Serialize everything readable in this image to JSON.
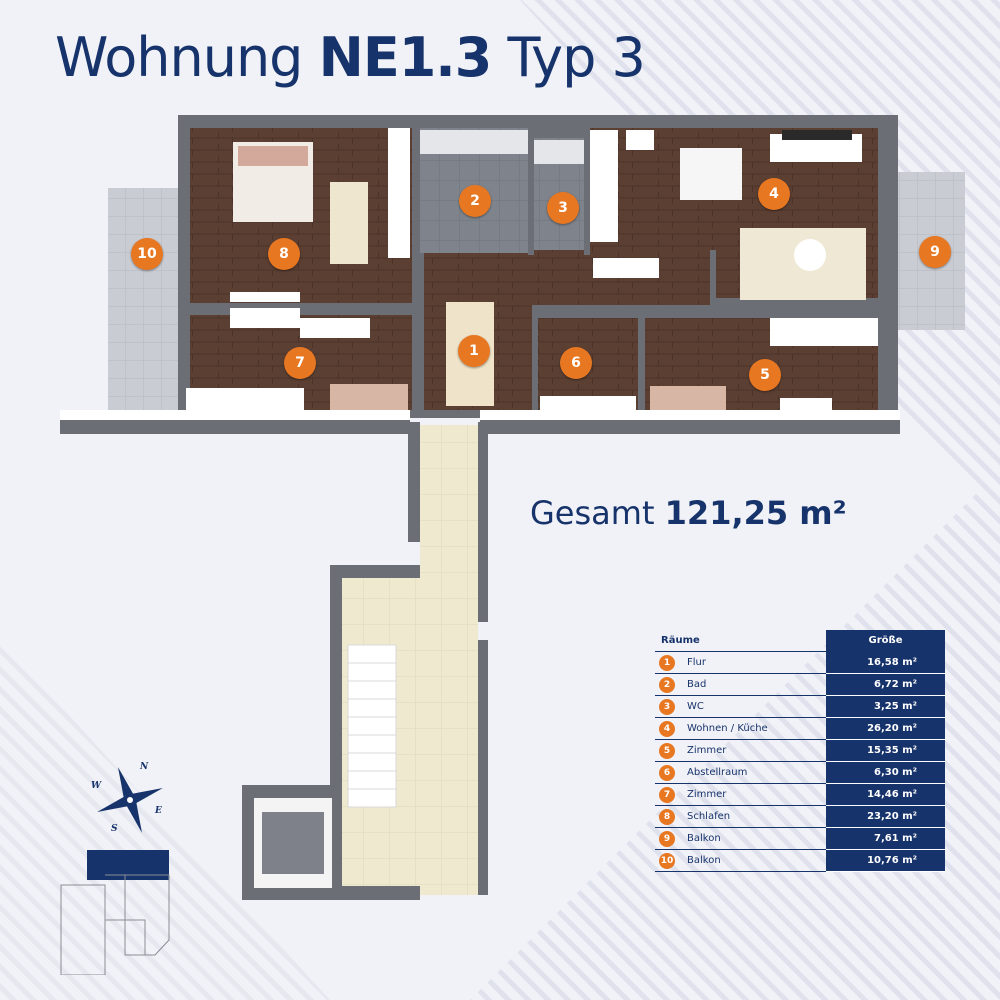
{
  "title": {
    "prefix": "Wohnung",
    "unit": "NE1.3",
    "suffix": "Typ 3"
  },
  "total": {
    "label": "Gesamt",
    "value": "121,25 m²"
  },
  "table": {
    "header_rooms": "Räume",
    "header_size": "Größe",
    "rows": [
      {
        "num": "1",
        "name": "Flur",
        "area": "16,58 m²"
      },
      {
        "num": "2",
        "name": "Bad",
        "area": "6,72 m²"
      },
      {
        "num": "3",
        "name": "WC",
        "area": "3,25 m²"
      },
      {
        "num": "4",
        "name": "Wohnen / Küche",
        "area": "26,20 m²"
      },
      {
        "num": "5",
        "name": "Zimmer",
        "area": "15,35 m²"
      },
      {
        "num": "6",
        "name": "Abstellraum",
        "area": "6,30 m²"
      },
      {
        "num": "7",
        "name": "Zimmer",
        "area": "14,46 m²"
      },
      {
        "num": "8",
        "name": "Schlafen",
        "area": "23,20 m²"
      },
      {
        "num": "9",
        "name": "Balkon",
        "area": "7,61 m²"
      },
      {
        "num": "10",
        "name": "Balkon",
        "area": "10,76 m²"
      }
    ]
  },
  "compass": {
    "n": "N",
    "e": "E",
    "s": "S",
    "w": "W"
  },
  "colors": {
    "brand_blue": "#17336b",
    "badge_orange": "#e87722",
    "floor_wood": "#5b3f33",
    "wall_gray": "#6b6e75",
    "tile": "#efe9cf"
  }
}
